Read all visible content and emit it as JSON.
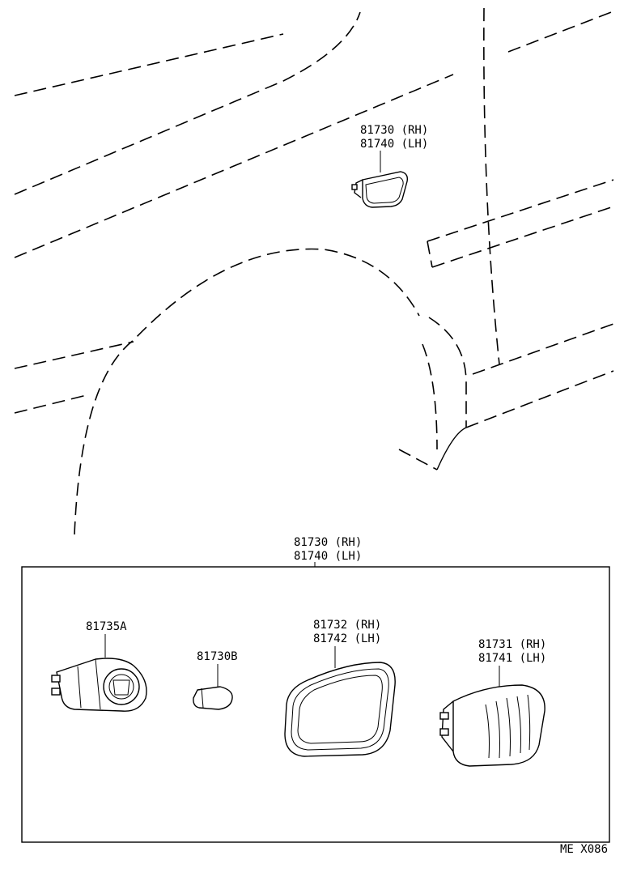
{
  "labels": {
    "top_part_rh": "81730 (RH)",
    "top_part_lh": "81740 (LH)",
    "box_part_rh": "81730 (RH)",
    "box_part_lh": "81740 (LH)",
    "socket": "81735A",
    "bulb": "81730B",
    "gasket_rh": "81732 (RH)",
    "gasket_lh": "81742 (LH)",
    "lens_rh": "81731 (RH)",
    "lens_lh": "81741 (LH)",
    "diagram_code": "ME X086"
  }
}
